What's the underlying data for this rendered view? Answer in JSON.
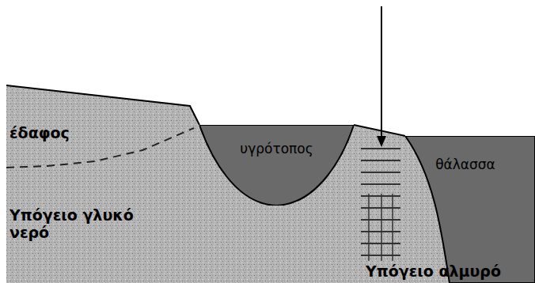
{
  "diagram": {
    "nodes": [
      {
        "text": [
          "υγρότοπος"
        ]
      },
      {
        "text": [
          "θάλασσα"
        ]
      }
    ],
    "labels": [
      "έδαφος",
      "Υπόγειο γλυκό νερό",
      "Υπόγειο αλμυρό"
    ]
  }
}
